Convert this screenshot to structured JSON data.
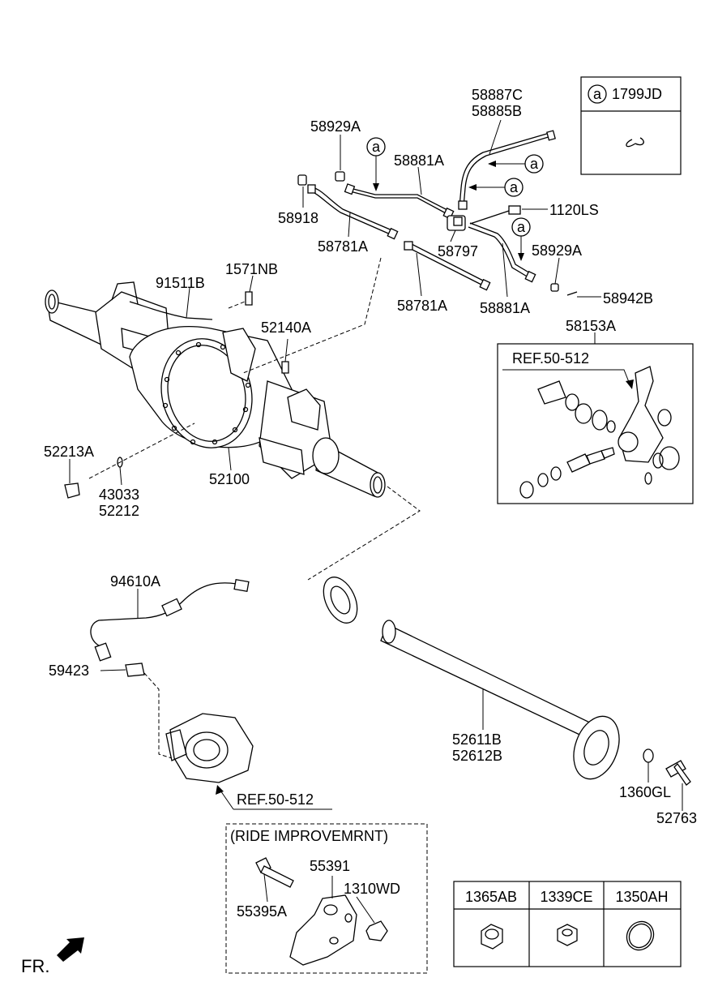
{
  "parts": {
    "p58887C": "58887C",
    "p58885B": "58885B",
    "p58929A_top": "58929A",
    "p58881A_top": "58881A",
    "p58918": "58918",
    "p1120LS": "1120LS",
    "p58781A_upper": "58781A",
    "p58797": "58797",
    "p58929A_mid": "58929A",
    "p91511B": "91511B",
    "p1571NB": "1571NB",
    "p58942B": "58942B",
    "p58781A_lower": "58781A",
    "p58881A_lower": "58881A",
    "p52140A": "52140A",
    "p58153A": "58153A",
    "p52213A": "52213A",
    "p52100": "52100",
    "p43033": "43033",
    "p52212": "52212",
    "p94610A": "94610A",
    "p59423": "59423",
    "p52611B": "52611B",
    "p52612B": "52612B",
    "p1360GL": "1360GL",
    "p52763": "52763",
    "p55391": "55391",
    "p1310WD": "1310WD",
    "p55395A": "55395A"
  },
  "refs": {
    "ref_knuckle": "REF.50-512",
    "ref_hub": "REF.50-512"
  },
  "callout": {
    "marker": "a",
    "part": "1799JD"
  },
  "ride_box": {
    "title": "(RIDE IMPROVEMRNT)"
  },
  "hardware_table": {
    "headers": [
      "1365AB",
      "1339CE",
      "1350AH"
    ]
  },
  "direction": {
    "label": "FR."
  }
}
